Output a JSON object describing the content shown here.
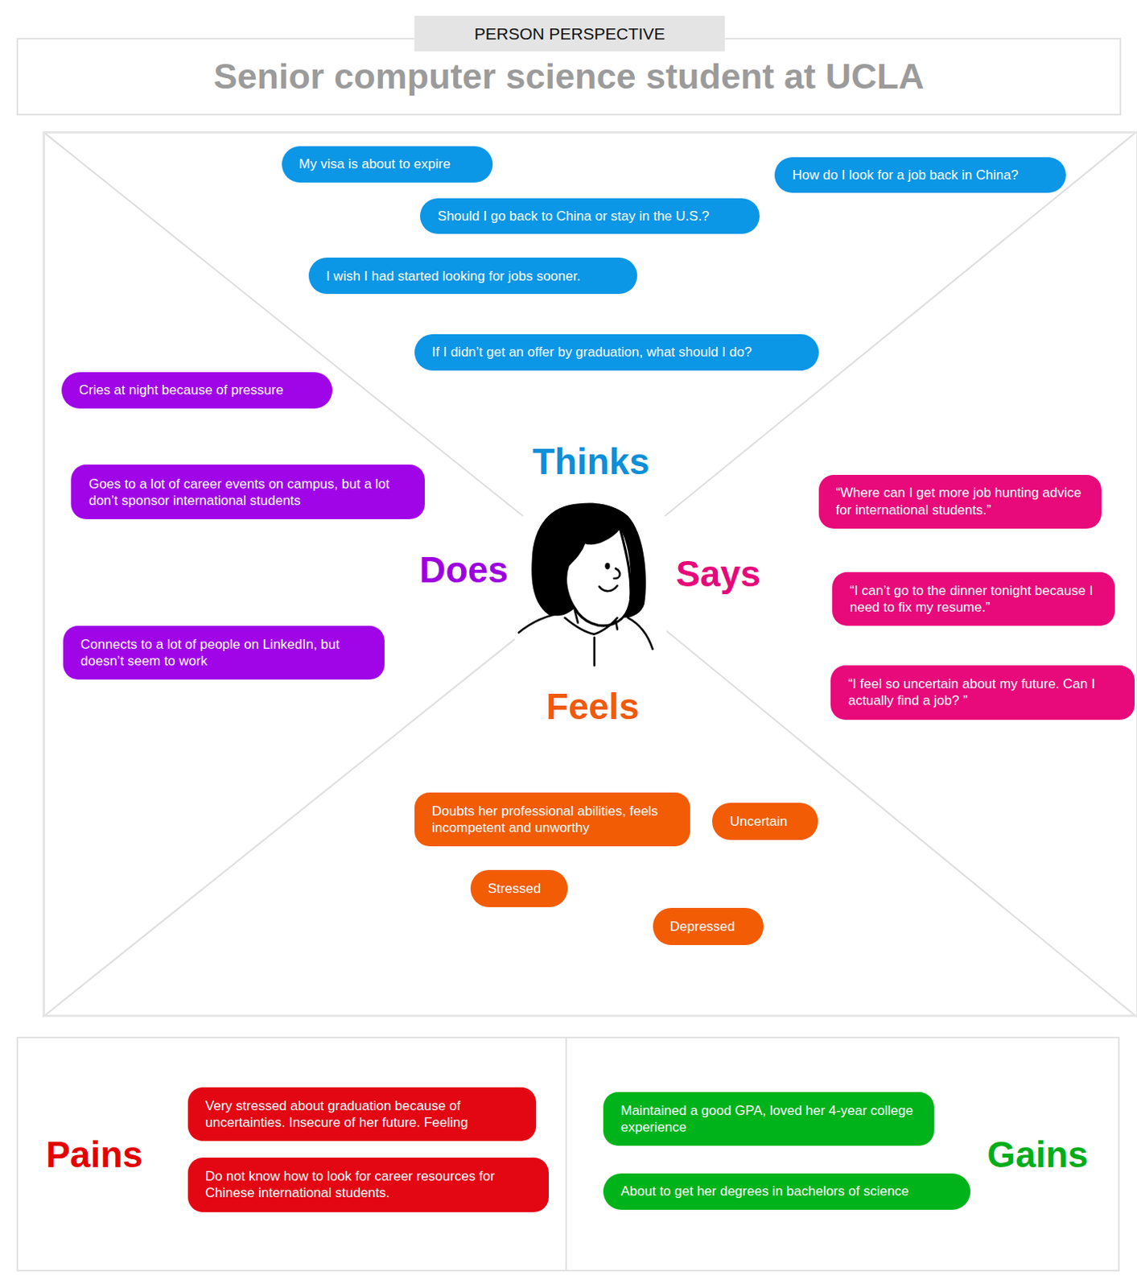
{
  "diagram": {
    "nodes": [
      {
        "text": [
          "PERSON PERSPECTIVE"
        ]
      },
      {
        "text": [
          "Senior computer science student at UCLA"
        ]
      },
      {
        "text": [
          "Thinks",
          "Does",
          "Says",
          "Feels"
        ]
      },
      {
        "text": [
          "My visa is about to expire"
        ],
        "in": 2
      },
      {
        "text": [
          "How do I look for a job back in China?"
        ],
        "in": 2
      },
      {
        "text": [
          "Should I go back to China or stay in the U.S.?"
        ],
        "in": 2
      },
      {
        "text": [
          "I wish I had started looking for jobs sooner."
        ],
        "in": 2
      },
      {
        "text": [
          "If I didn’t get an offer by graduation, what should I do?"
        ],
        "in": 2
      },
      {
        "text": [
          "Cries at night because of pressure"
        ],
        "in": 2
      },
      {
        "text": [
          "Goes to a lot of career events on campus, but a lot don’t sponsor international students"
        ],
        "in": 2
      },
      {
        "text": [
          "Connects to a lot of people on LinkedIn, but doesn’t seem to work"
        ],
        "in": 2
      },
      {
        "text": [
          "“Where can I get more job hunting advice for international students.”"
        ],
        "in": 2
      },
      {
        "text": [
          "“I can’t go to the dinner tonight because I need to fix my resume.”"
        ],
        "in": 2
      },
      {
        "text": [
          "“I feel so uncertain about my future. Can I actually find a job? ”"
        ],
        "in": 2
      },
      {
        "text": [
          "Doubts her professional abilities, feels incompetent and unworthy"
        ],
        "in": 2
      },
      {
        "text": [
          "Uncertain"
        ],
        "in": 2
      },
      {
        "text": [
          "Stressed"
        ],
        "in": 2
      },
      {
        "text": [
          "Depressed"
        ],
        "in": 2
      },
      {
        "text": [
          "Pains"
        ]
      },
      {
        "text": [
          "Very stressed about graduation because of uncertainties. Insecure of her future. Feeling"
        ],
        "in": 18
      },
      {
        "text": [
          "Do not know how to look for career resources for Chinese international students."
        ],
        "in": 18
      },
      {
        "text": [
          "Gains"
        ]
      },
      {
        "text": [
          "Maintained a good GPA, loved her 4-year college experience"
        ],
        "in": 21
      },
      {
        "text": [
          "About to get her degrees in bachelors of science"
        ],
        "in": 21
      }
    ]
  }
}
